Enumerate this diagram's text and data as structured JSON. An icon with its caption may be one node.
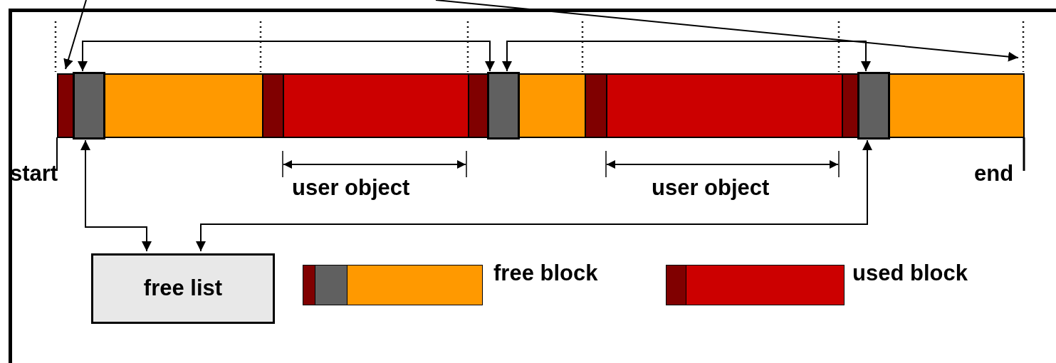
{
  "diagram": {
    "nodes": [
      {
        "text": [],
        "shape": "box"
      },
      {
        "text": [],
        "shape": "box"
      },
      {
        "text": [],
        "shape": "box"
      },
      {
        "text": [],
        "shape": "box"
      },
      {
        "text": [],
        "shape": "box"
      },
      {
        "text": [],
        "shape": "box"
      },
      {
        "text": [],
        "shape": "box"
      },
      {
        "text": [],
        "shape": "box"
      },
      {
        "text": [],
        "shape": "box"
      },
      {
        "text": [],
        "shape": "box"
      },
      {
        "text": [],
        "shape": "box"
      },
      {
        "text": [],
        "shape": "box"
      },
      {
        "text": [],
        "shape": "box"
      },
      {
        "text": [
          "free list"
        ]
      }
    ],
    "edges": [
      {
        "from": null,
        "to": 0,
        "arrow": "to"
      },
      {
        "from": null,
        "to": 12,
        "arrow": "to"
      },
      {
        "from": 1,
        "to": 6,
        "arrow": "both"
      },
      {
        "from": 6,
        "to": 11,
        "arrow": "both"
      },
      {
        "from": 1,
        "to": 13,
        "arrow": "both"
      },
      {
        "from": 11,
        "to": 13,
        "arrow": "both"
      }
    ],
    "labels": [
      "start",
      "user object",
      "user object",
      "end"
    ],
    "legend": [
      {
        "text": "free block"
      },
      {
        "text": "used block"
      }
    ]
  }
}
